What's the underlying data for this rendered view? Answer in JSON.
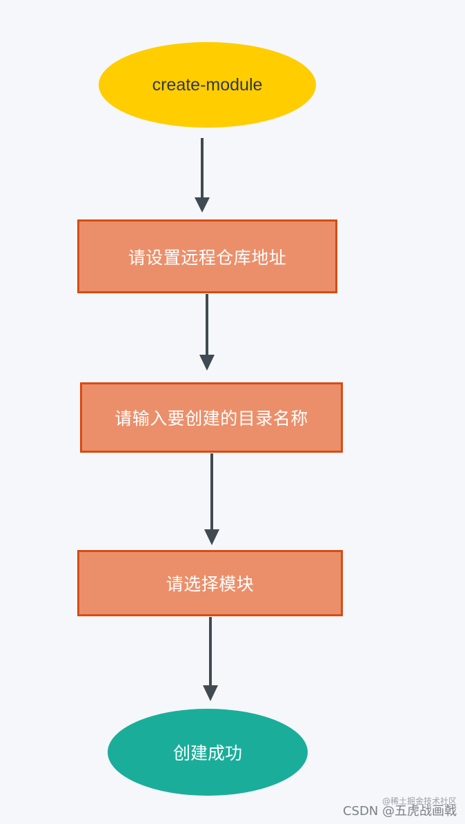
{
  "diagram": {
    "nodes": {
      "start": "create-module",
      "step1": "请设置远程仓库地址",
      "step2": "请输入要创建的目录名称",
      "step3": "请选择模块",
      "end": "创建成功"
    },
    "colors": {
      "background": "#f5f7fb",
      "start_fill": "#ffcd00",
      "step_fill": "#eb8f6b",
      "step_border": "#d84b13",
      "end_fill": "#1aae9a",
      "arrow": "#3f4a52"
    }
  },
  "watermark": {
    "sub": "@稀土掘金技术社区",
    "main": "CSDN @五虎战画戟"
  }
}
